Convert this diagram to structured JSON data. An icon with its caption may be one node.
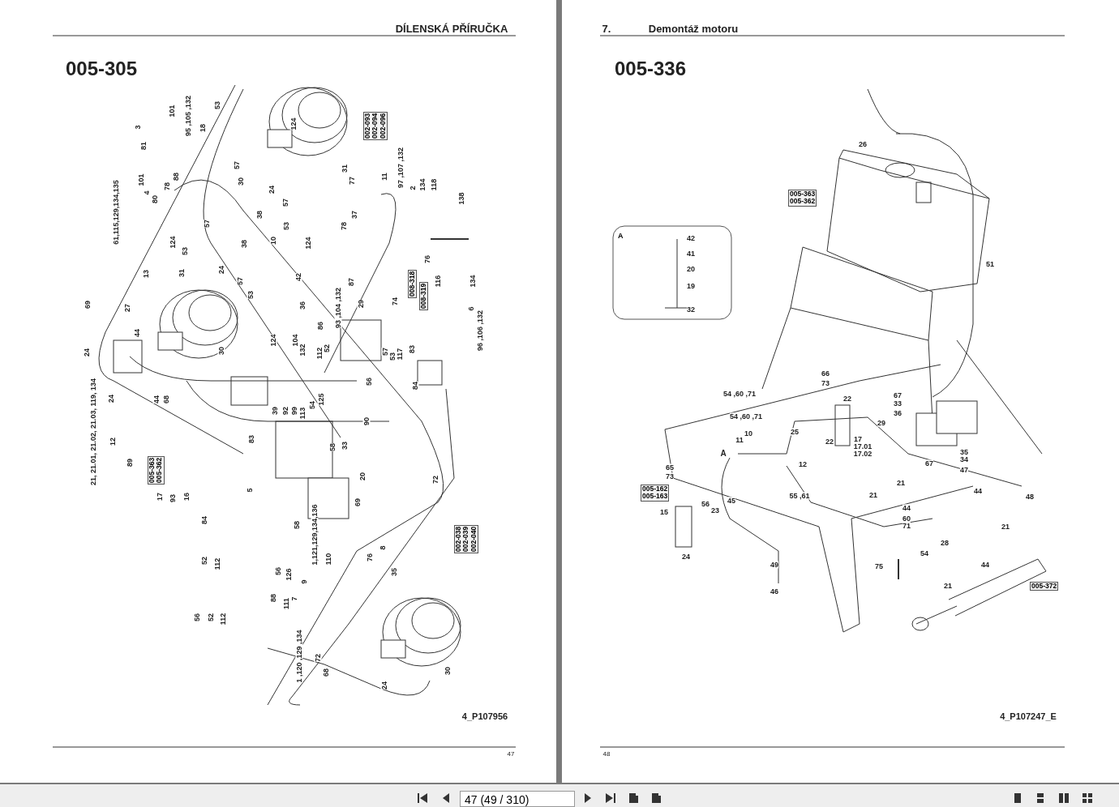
{
  "diagram": {
    "nodes": [
      {
        "text": [
          "002-093",
          "002-094",
          "002-096"
        ]
      },
      {
        "text": [
          "008-318"
        ]
      },
      {
        "text": [
          "008-319"
        ]
      },
      {
        "text": [
          "005-363",
          "005-362"
        ]
      },
      {
        "text": [
          "002-038",
          "002-039",
          "002-040"
        ]
      },
      {
        "text": [
          "A"
        ]
      },
      {
        "text": [
          "005-363",
          "005-362"
        ]
      },
      {
        "text": [
          "005-162",
          "005-163"
        ]
      },
      {
        "text": [
          "005-372"
        ]
      }
    ],
    "labels": [
      "DÍLENSKÁ PŘÍRUČKA",
      "005-305",
      "3",
      "101",
      "81",
      "95 ,105 ,132",
      "18",
      "53",
      "124",
      "57",
      "30",
      "24",
      "57",
      "38",
      "53",
      "31",
      "77",
      "11",
      "97 ,107 ,132",
      "2",
      "134",
      "118",
      "138",
      "61,115,129,134,135",
      "101",
      "4",
      "80",
      "78",
      "88",
      "124",
      "53",
      "57",
      "38",
      "10",
      "124",
      "78",
      "37",
      "76",
      "13",
      "31",
      "24",
      "57",
      "53",
      "42",
      "36",
      "87",
      "93 ,104 ,132",
      "86",
      "29",
      "74",
      "116",
      "134",
      "6",
      "96 ,106 ,132",
      "69",
      "27",
      "44",
      "24",
      "30",
      "124",
      "104",
      "132",
      "112",
      "52",
      "57",
      "53",
      "117",
      "83",
      "84",
      "56",
      "21, 21.01, 21.02, 21.03, 119, 134",
      "24",
      "44",
      "68",
      "12",
      "89",
      "39",
      "92",
      "99",
      "113",
      "54",
      "125",
      "90",
      "83",
      "58",
      "33",
      "17",
      "93",
      "16",
      "5",
      "20",
      "69",
      "72",
      "58",
      "84",
      "52",
      "112",
      "56",
      "126",
      "1,121,129,134,136",
      "8",
      "110",
      "88",
      "9",
      "76",
      "35",
      "111",
      "7",
      "56",
      "52",
      "112",
      "1 ,120 ,129 ,134",
      "72",
      "68",
      "24",
      "30",
      "4_P107956",
      "47",
      "7.",
      "Demontáž motoru",
      "005-336",
      "26",
      "51",
      "42",
      "41",
      "20",
      "19",
      "32",
      "66",
      "73",
      "54 ,60 ,71",
      "54 ,60 ,71",
      "22",
      "29",
      "25",
      "22",
      "17",
      "17.01",
      "17.02",
      "10",
      "11",
      "A",
      "12",
      "67",
      "33",
      "36",
      "35",
      "34",
      "47",
      "67",
      "65",
      "73",
      "45",
      "55 ,61",
      "21",
      "21",
      "48",
      "44",
      "44",
      "15",
      "56",
      "23",
      "60",
      "71",
      "28",
      "54",
      "21",
      "44",
      "24",
      "49",
      "46",
      "75",
      "21",
      "4_P107247_E",
      "48",
      "47 (49 / 310)"
    ]
  }
}
